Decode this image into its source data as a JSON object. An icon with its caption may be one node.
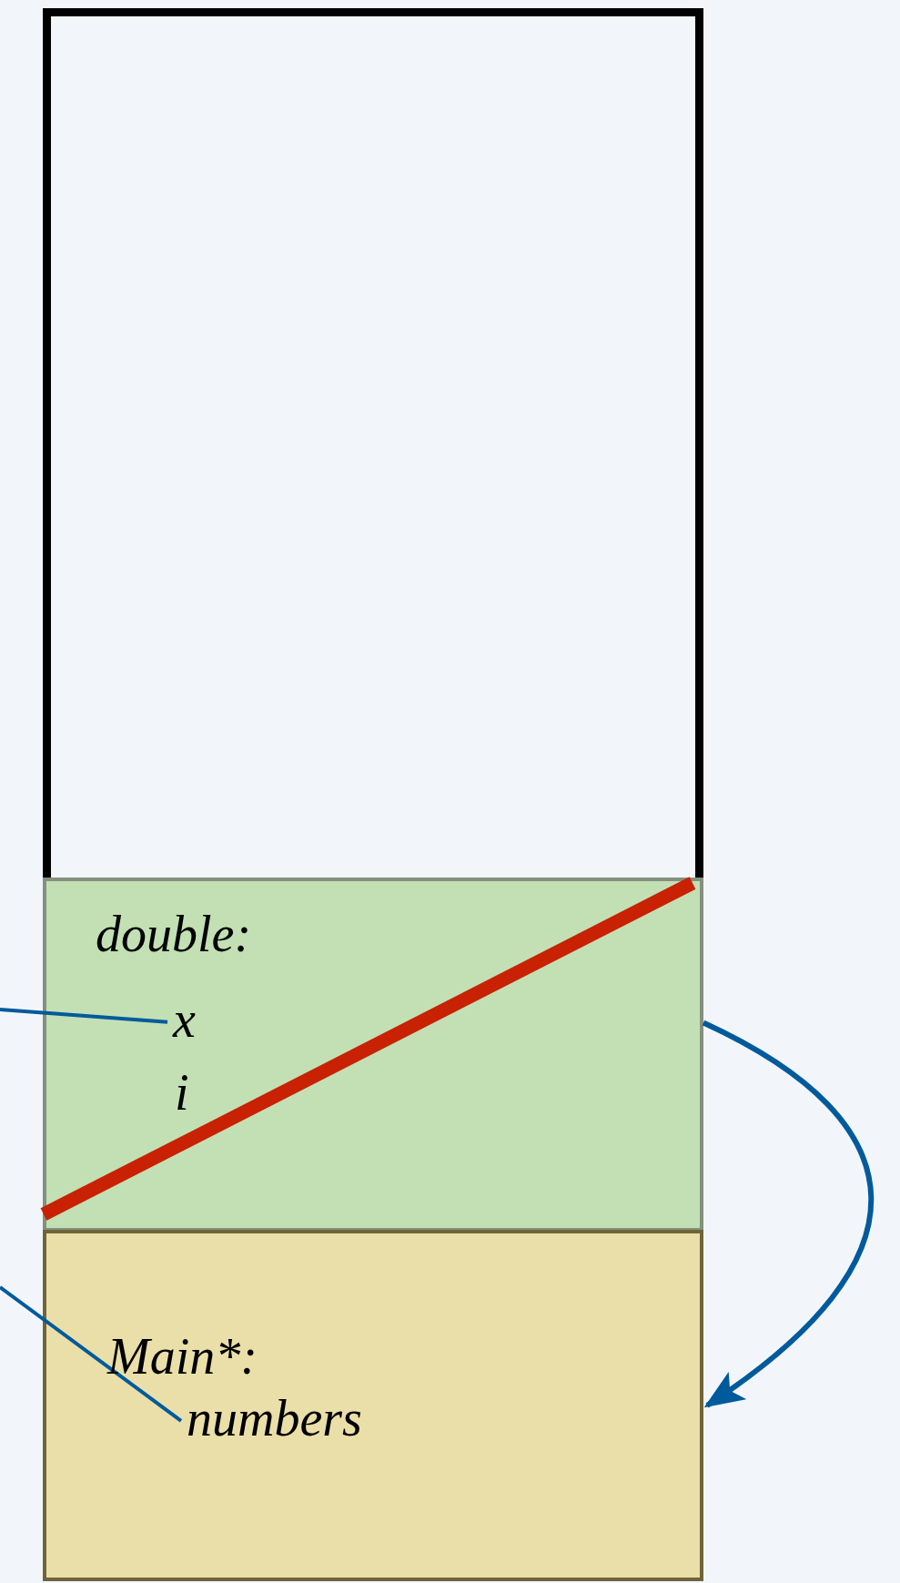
{
  "diagram": {
    "nodes": [
      {
        "text": [],
        "shape": "box"
      },
      {
        "text": [
          "double:"
        ],
        "in": 0
      },
      {
        "text": [
          "x"
        ],
        "in": 1
      },
      {
        "text": [
          "i"
        ],
        "in": 1
      },
      {
        "text": [
          "Main*:"
        ],
        "in": 0
      },
      {
        "text": [
          "numbers"
        ],
        "in": 4
      }
    ],
    "edges": [
      {
        "from": null,
        "to": 2,
        "arrow": "none"
      },
      {
        "from": null,
        "to": 5,
        "arrow": "none"
      },
      {
        "from": 1,
        "to": 4,
        "arrow": "to"
      }
    ]
  }
}
